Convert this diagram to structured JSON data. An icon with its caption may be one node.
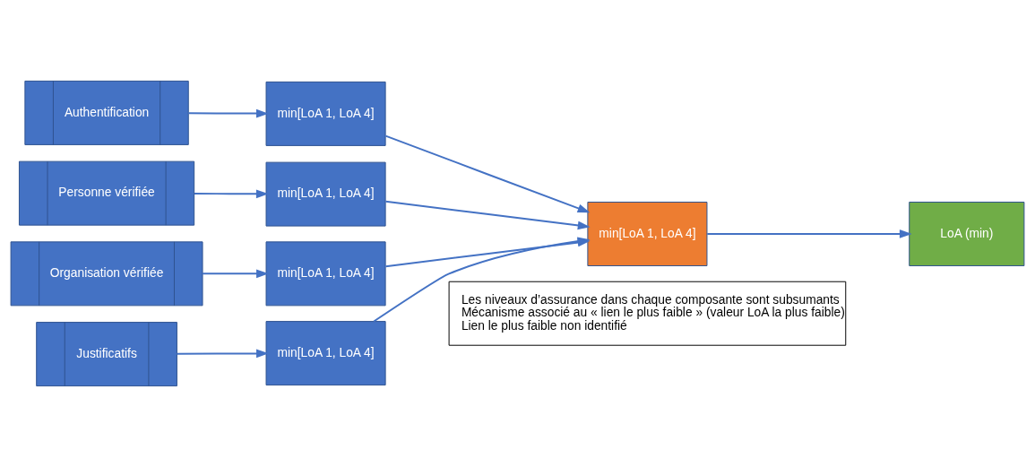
{
  "diagram": {
    "nodes": [
      {
        "text": [
          "Authentification"
        ]
      },
      {
        "text": [
          "Personne vérifiée"
        ]
      },
      {
        "text": [
          "Organisation vérifiée"
        ]
      },
      {
        "text": [
          "Justificatifs"
        ]
      },
      {
        "text": [
          "min[LoA 1, LoA 4]"
        ]
      },
      {
        "text": [
          "min[LoA 1, LoA 4]"
        ]
      },
      {
        "text": [
          "min[LoA 1, LoA 4]"
        ]
      },
      {
        "text": [
          "min[LoA 1, LoA 4]"
        ]
      },
      {
        "text": [
          "min[LoA 1, LoA 4]"
        ]
      },
      {
        "text": [
          "LoA (min)"
        ]
      },
      {
        "text": [
          "Les niveaux d’assurance dans chaque composante sont subsumants",
          "Mécanisme associé au « lien le plus faible » (valeur LoA la plus faible)",
          "Lien le plus faible non identifié"
        ]
      }
    ],
    "edges": [
      {
        "from": 0,
        "to": 4,
        "arrow": "to"
      },
      {
        "from": 1,
        "to": 5,
        "arrow": "to"
      },
      {
        "from": 2,
        "to": 6,
        "arrow": "to"
      },
      {
        "from": 3,
        "to": 7,
        "arrow": "to"
      },
      {
        "from": 4,
        "to": 8,
        "arrow": "to"
      },
      {
        "from": 5,
        "to": 8,
        "arrow": "to"
      },
      {
        "from": 6,
        "to": 8,
        "arrow": "to"
      },
      {
        "from": 7,
        "to": 8,
        "arrow": "to"
      },
      {
        "from": 8,
        "to": 9,
        "arrow": "to"
      }
    ]
  }
}
